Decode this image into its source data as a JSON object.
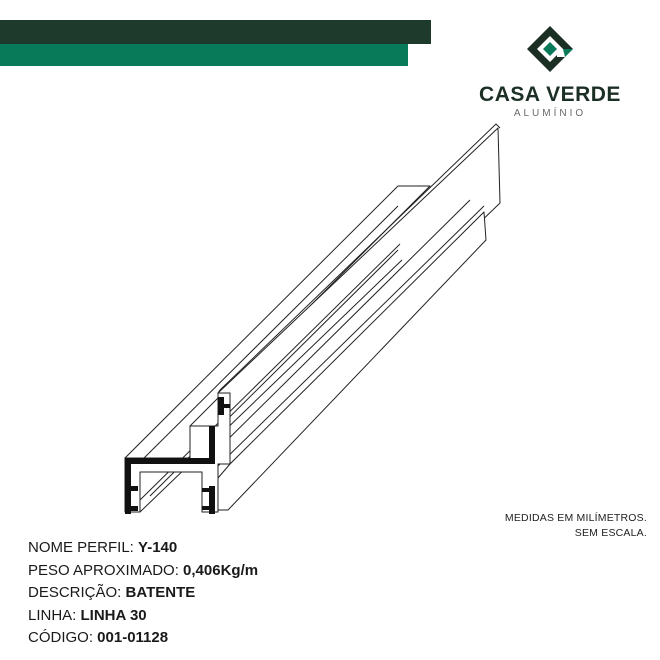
{
  "colors": {
    "band_dark": "#1e3a2c",
    "band_green": "#087a5a",
    "logo_dark": "#1c2f25",
    "logo_green": "#087a5a"
  },
  "logo": {
    "icon": "casa-verde-logo-mark",
    "name": "CASA VERDE",
    "subtitle": "ALUMÍNIO"
  },
  "note": {
    "line1": "MEDIDAS EM MILÍMETROS.",
    "line2": "SEM ESCALA."
  },
  "specs": [
    {
      "label": "NOME PERFIL: ",
      "value": "Y-140"
    },
    {
      "label": "PESO APROXIMADO: ",
      "value": "0,406Kg/m"
    },
    {
      "label": "DESCRIÇÃO: ",
      "value": "BATENTE"
    },
    {
      "label": "LINHA: ",
      "value": "LINHA 30"
    },
    {
      "label": "CÓDIGO: ",
      "value": "001-01128"
    }
  ]
}
